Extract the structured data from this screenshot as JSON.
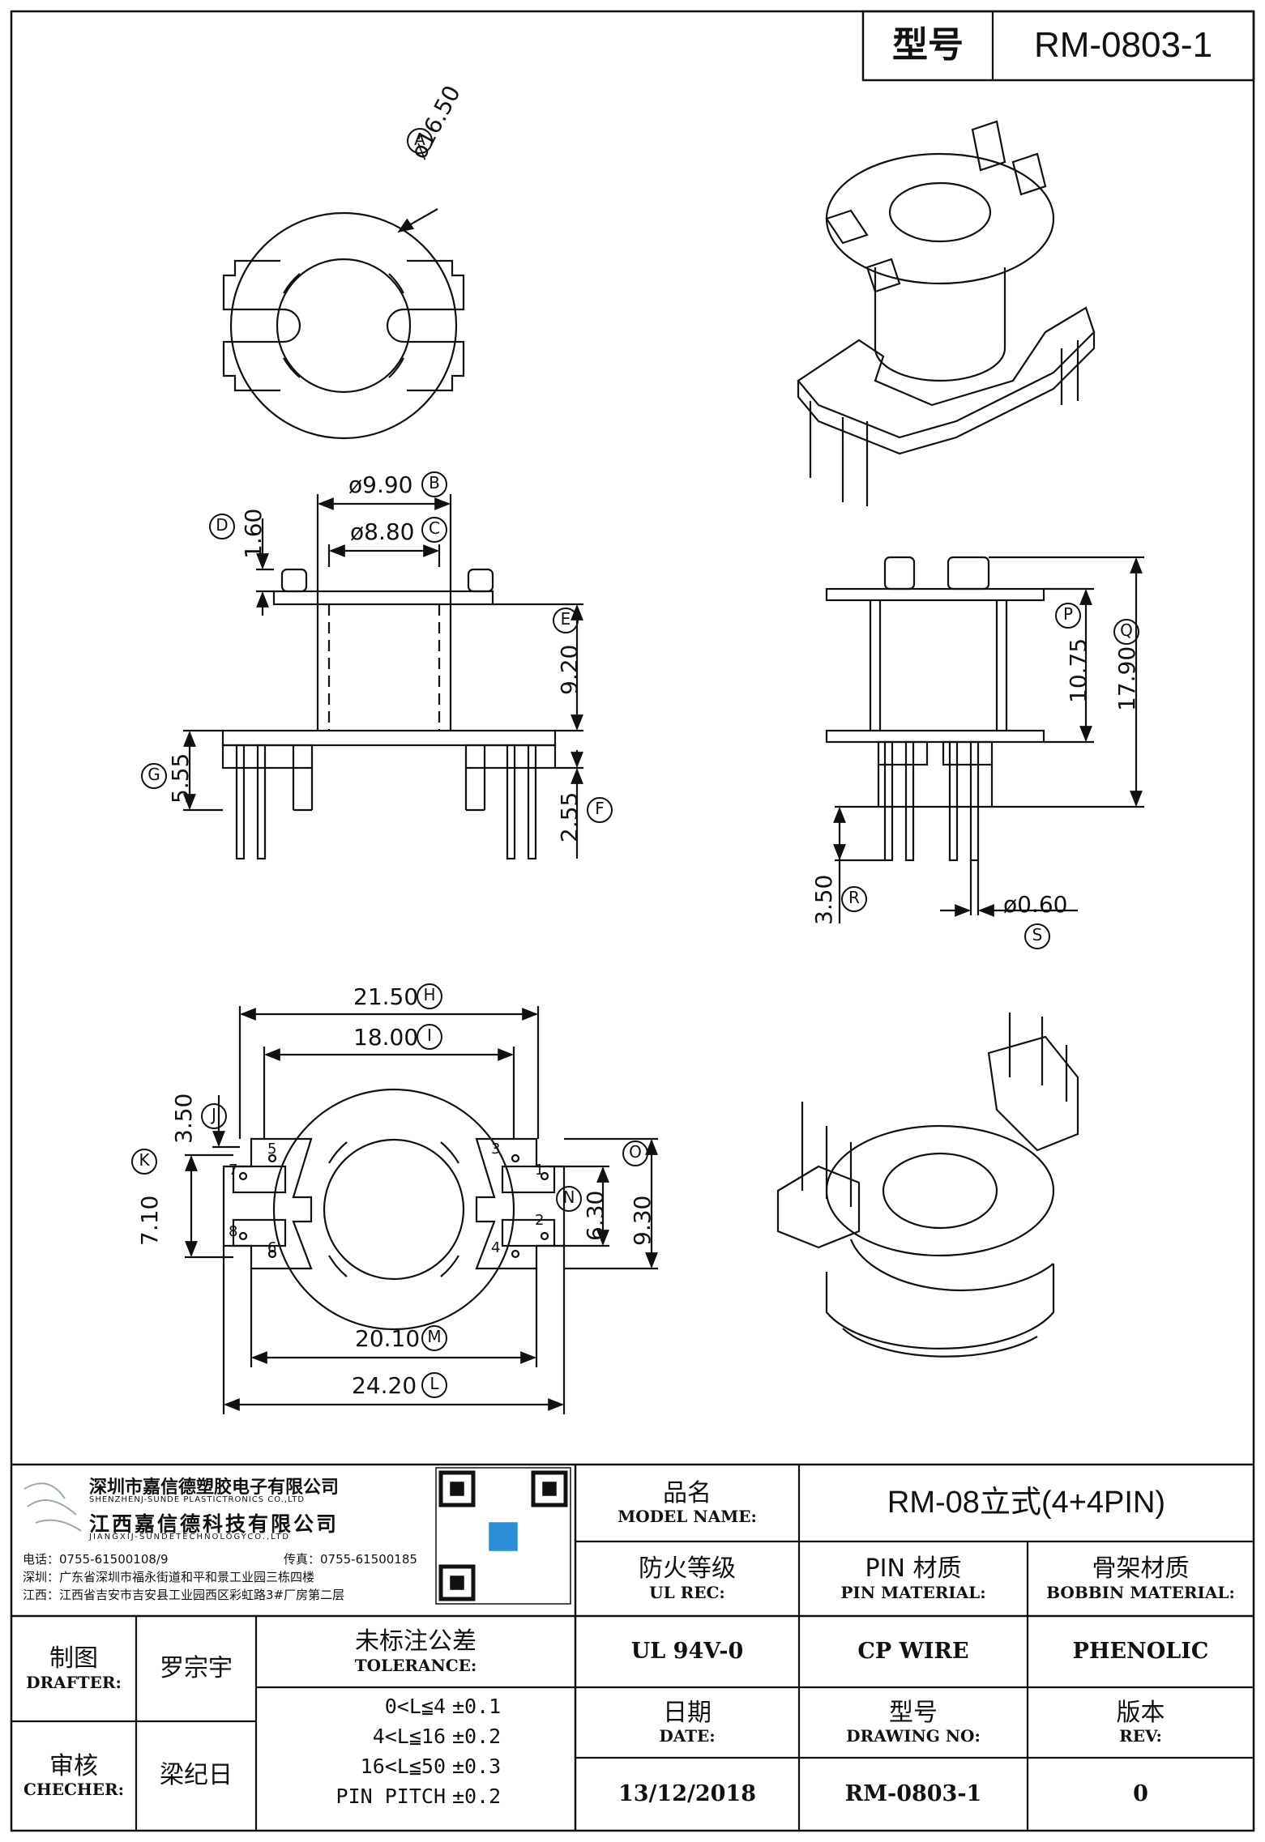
{
  "header": {
    "model_label": "型号",
    "model_value": "RM-0803-1"
  },
  "dimensions": [
    {
      "id": "A",
      "value": "ø16.50"
    },
    {
      "id": "B",
      "value": "ø9.90"
    },
    {
      "id": "C",
      "value": "ø8.80"
    },
    {
      "id": "D",
      "value": "1.60"
    },
    {
      "id": "E",
      "value": "9.20"
    },
    {
      "id": "F",
      "value": "2.55"
    },
    {
      "id": "G",
      "value": "5.55"
    },
    {
      "id": "H",
      "value": "21.50"
    },
    {
      "id": "I",
      "value": "18.00"
    },
    {
      "id": "J",
      "value": "3.50"
    },
    {
      "id": "K",
      "value": "7.10"
    },
    {
      "id": "L",
      "value": "24.20"
    },
    {
      "id": "M",
      "value": "20.10"
    },
    {
      "id": "N",
      "value": "6.30"
    },
    {
      "id": "O",
      "value": "9.30"
    },
    {
      "id": "P",
      "value": "10.75"
    },
    {
      "id": "Q",
      "value": "17.90"
    },
    {
      "id": "R",
      "value": "3.50"
    },
    {
      "id": "S",
      "value": "ø0.60"
    }
  ],
  "pins": [
    "1",
    "2",
    "3",
    "4",
    "5",
    "6",
    "7",
    "8"
  ],
  "company": {
    "name_cn": "深圳市嘉信德塑胶电子有限公司",
    "name_en": "SHENZHENJ-SUNDE PLASTICTRONICS CO.,LTD",
    "name2_cn": "江西嘉信德科技有限公司",
    "name2_en": "JIANGXIJ-SUNDETECHNOLOGYCO.,LTD",
    "tel": "电话：0755-61500108/9",
    "fax": "传真：0755-61500185",
    "addr_sz": "深圳：广东省深圳市福永街道和平和景工业园三栋四楼",
    "addr_jx": "江西：江西省吉安市吉安县工业园西区彩虹路3#厂房第二层"
  },
  "title_block": {
    "product_name_label_cn": "品名",
    "product_name_label_en": "MODEL NAME:",
    "product_name_value": "RM-08立式(4+4PIN)",
    "ul_label_cn": "防火等级",
    "ul_label_en": "UL REC:",
    "ul_value": "UL 94V-0",
    "pin_label_cn": "PIN 材质",
    "pin_label_en": "PIN MATERIAL:",
    "pin_value": "CP WIRE",
    "bobbin_label_cn": "骨架材质",
    "bobbin_label_en": "BOBBIN MATERIAL:",
    "bobbin_value": "PHENOLIC",
    "date_label_cn": "日期",
    "date_label_en": "DATE:",
    "date_value": "13/12/2018",
    "drawing_no_label_cn": "型号",
    "drawing_no_label_en": "DRAWING NO:",
    "drawing_no_value": "RM-0803-1",
    "rev_label_cn": "版本",
    "rev_label_en": "REV:",
    "rev_value": "0",
    "drafter_label_cn": "制图",
    "drafter_label_en": "DRAFTER:",
    "drafter_value": "罗宗宇",
    "checker_label_cn": "审核",
    "checker_label_en": "CHECHER:",
    "checker_value": "梁纪日",
    "tolerance_label_cn": "未标注公差",
    "tolerance_label_en": "TOLERANCE:",
    "tolerance_rows": [
      {
        "range": "0<L≦4",
        "tol": "±0.1"
      },
      {
        "range": "4<L≦16",
        "tol": "±0.2"
      },
      {
        "range": "16<L≦50",
        "tol": "±0.3"
      },
      {
        "range": "PIN PITCH",
        "tol": "±0.2"
      }
    ]
  }
}
